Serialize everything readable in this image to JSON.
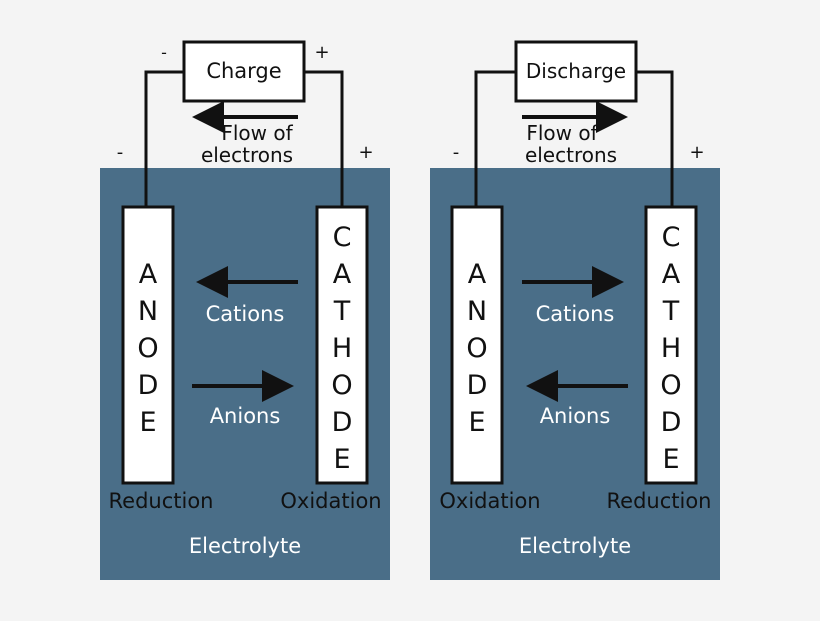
{
  "colors": {
    "electrolyte": "#4a6e88",
    "background": "#f4f4f4",
    "wire": "#111111",
    "electrode": "#ffffff"
  },
  "cells": [
    {
      "source_label": "Charge",
      "minus_top": "-",
      "plus_top": "+",
      "flow_label_1": "Flow of",
      "flow_label_2": "electrons",
      "flow_direction": "left",
      "minus_side": "-",
      "plus_side": "+",
      "left_electrode": [
        "A",
        "N",
        "O",
        "D",
        "E"
      ],
      "right_electrode": [
        "C",
        "A",
        "T",
        "H",
        "O",
        "D",
        "E"
      ],
      "cations_label": "Cations",
      "cations_direction": "left",
      "anions_label": "Anions",
      "anions_direction": "right",
      "left_reaction": "Reduction",
      "right_reaction": "Oxidation",
      "electrolyte_label": "Electrolyte"
    },
    {
      "source_label": "Discharge",
      "minus_top": "",
      "plus_top": "",
      "flow_label_1": "Flow of",
      "flow_label_2": "electrons",
      "flow_direction": "right",
      "minus_side": "-",
      "plus_side": "+",
      "left_electrode": [
        "A",
        "N",
        "O",
        "D",
        "E"
      ],
      "right_electrode": [
        "C",
        "A",
        "T",
        "H",
        "O",
        "D",
        "E"
      ],
      "cations_label": "Cations",
      "cations_direction": "right",
      "anions_label": "Anions",
      "anions_direction": "left",
      "left_reaction": "Oxidation",
      "right_reaction": "Reduction",
      "electrolyte_label": "Electrolyte"
    }
  ]
}
